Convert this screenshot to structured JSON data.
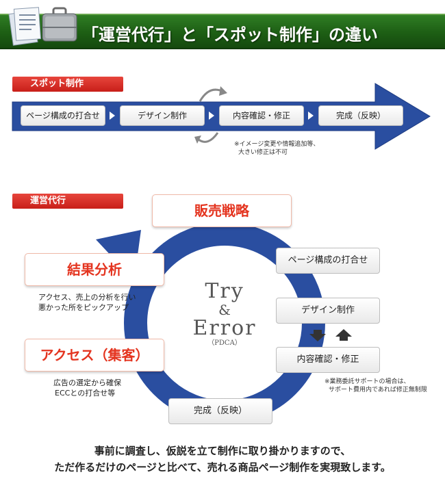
{
  "header": {
    "title": "「運営代行」と「スポット制作」の違い",
    "icons": [
      "document-stack-icon",
      "briefcase-icon"
    ]
  },
  "spot": {
    "tag": "スポット制作",
    "steps": [
      "ページ構成の打合せ",
      "デザイン制作",
      "内容確認・修正",
      "完成（反映）"
    ],
    "note_lines": [
      "※イメージ変更や情報追加等、",
      "大きい修正は不可"
    ]
  },
  "operation": {
    "tag": "運営代行",
    "cycle_boxes": {
      "strategy": "販売戦略",
      "analysis": "結果分析",
      "access": "アクセス（集客）",
      "done": "完成（反映）"
    },
    "analysis_note": [
      "アクセス、売上の分析を行い",
      "悪かった所をピックアップ"
    ],
    "access_note": [
      "広告の選定から確保",
      "ECCとの打合せ等"
    ],
    "steps": [
      "ページ構成の打合せ",
      "デザイン制作",
      "内容確認・修正"
    ],
    "revision_note": [
      "※業務委託サポートの場合は、",
      "サポート費用内であれば修正無制限"
    ],
    "center": {
      "line1": "Try",
      "line2": "&",
      "line3": "Error",
      "line4": "（PDCA）"
    }
  },
  "footer": {
    "line1": "事前に調査し、仮説を立て制作に取り掛かりますので、",
    "line2": "ただ作るだけのページと比べて、売れる商品ページ制作を実現致します。"
  },
  "colors": {
    "banner": "#1d5e14",
    "arrow": "#2a4ea0",
    "tag": "#d9271f",
    "accent_text": "#e4341f"
  }
}
